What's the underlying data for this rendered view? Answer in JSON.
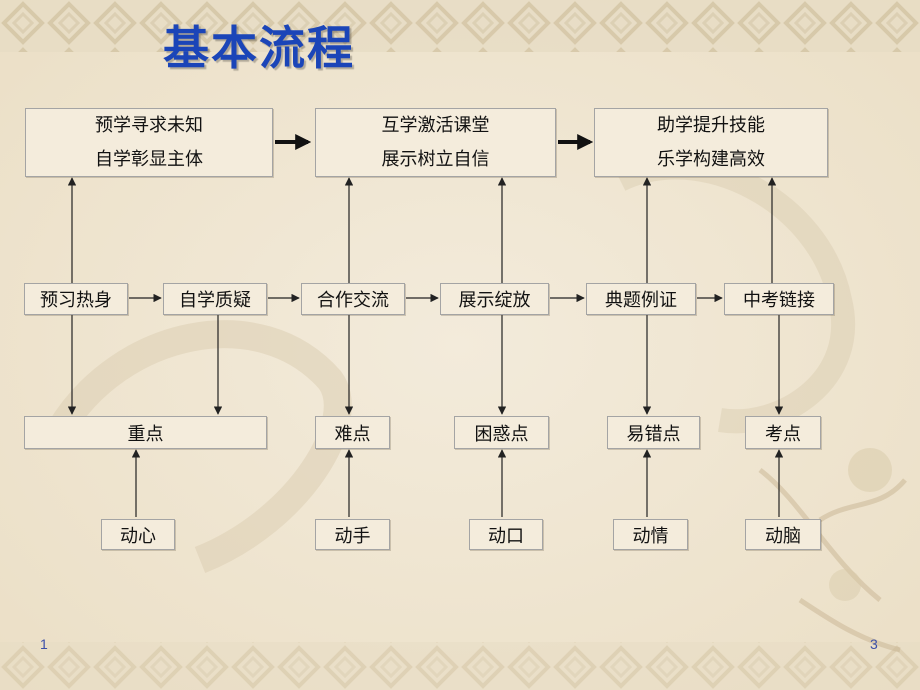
{
  "title": "基本流程",
  "top_boxes": [
    {
      "line1": "预学寻求未知",
      "line2": "自学彰显主体"
    },
    {
      "line1": "互学激活课堂",
      "line2": "展示树立自信"
    },
    {
      "line1": "助学提升技能",
      "line2": "乐学构建高效"
    }
  ],
  "steps": [
    "预习热身",
    "自学质疑",
    "合作交流",
    "展示绽放",
    "典题例证",
    "中考链接"
  ],
  "points": [
    "重点",
    "难点",
    "困惑点",
    "易错点",
    "考点"
  ],
  "actions": [
    "动心",
    "动手",
    "动口",
    "动情",
    "动脑"
  ],
  "page_left": "1",
  "page_right": "3",
  "colors": {
    "title": "#1b45b8",
    "background": "#f1e8d6",
    "box_fill": "#f4ecdc",
    "border": "#a4a4a4",
    "page_number": "#3b4fa8"
  }
}
